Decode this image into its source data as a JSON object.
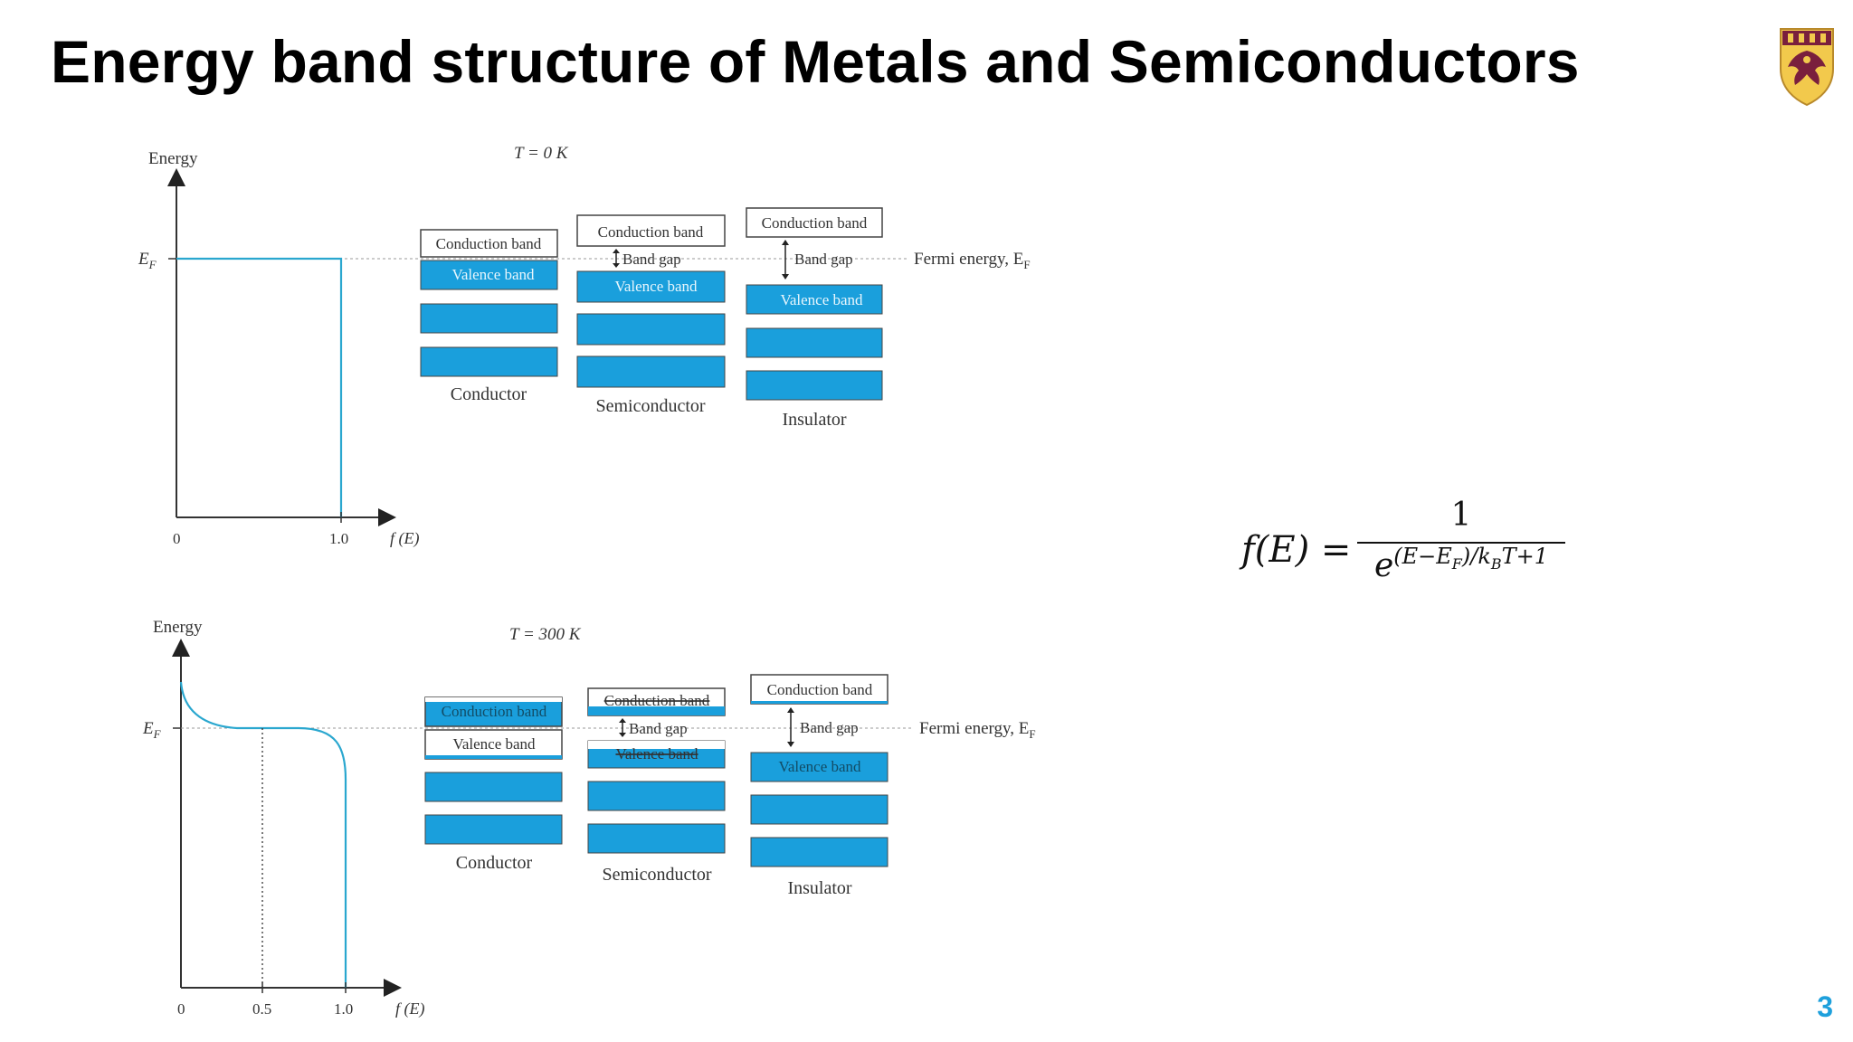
{
  "slide": {
    "title": "Energy band structure of Metals and Semiconductors",
    "page_number": "3"
  },
  "colors": {
    "band_blue": "#1a9fdc",
    "curve_blue": "#2aa7cf",
    "accent_number": "#1ea0dc"
  },
  "diagram_top": {
    "temperature": "T = 0 K",
    "energy_axis_label": "Energy",
    "ef_label": "E",
    "ef_sub": "F",
    "x_tick_0": "0",
    "x_tick_1": "1.0",
    "x_axis_label": "f (E)",
    "fermi_label": "Fermi energy, E",
    "fermi_sub": "F",
    "conductor": {
      "upper_band": "Conduction band",
      "lower_band": "Valence band",
      "caption": "Conductor"
    },
    "semiconductor": {
      "upper_band": "Conduction band",
      "gap": "Band gap",
      "lower_band": "Valence band",
      "caption": "Semiconductor"
    },
    "insulator": {
      "upper_band": "Conduction band",
      "gap": "Band gap",
      "lower_band": "Valence band",
      "caption": "Insulator"
    }
  },
  "diagram_bottom": {
    "temperature": "T = 300 K",
    "energy_axis_label": "Energy",
    "ef_label": "E",
    "ef_sub": "F",
    "x_tick_0": "0",
    "x_tick_half": "0.5",
    "x_tick_1": "1.0",
    "x_axis_label": "f (E)",
    "fermi_label": "Fermi energy, E",
    "fermi_sub": "F",
    "conductor": {
      "upper_band": "Conduction band",
      "lower_band": "Valence band",
      "caption": "Conductor"
    },
    "semiconductor": {
      "upper_band": "Conduction band",
      "gap": "Band gap",
      "lower_band": "Valence band",
      "caption": "Semiconductor"
    },
    "insulator": {
      "upper_band": "Conduction band",
      "gap": "Band gap",
      "lower_band": "Valence band",
      "caption": "Insulator"
    }
  },
  "formula": {
    "lhs": "f(E) =",
    "numerator": "1",
    "base": "e",
    "exponent": "(E−E",
    "exp_sub_f": "F",
    "exp_mid": ")/k",
    "exp_sub_b": "B",
    "exp_tail": "T+1"
  }
}
